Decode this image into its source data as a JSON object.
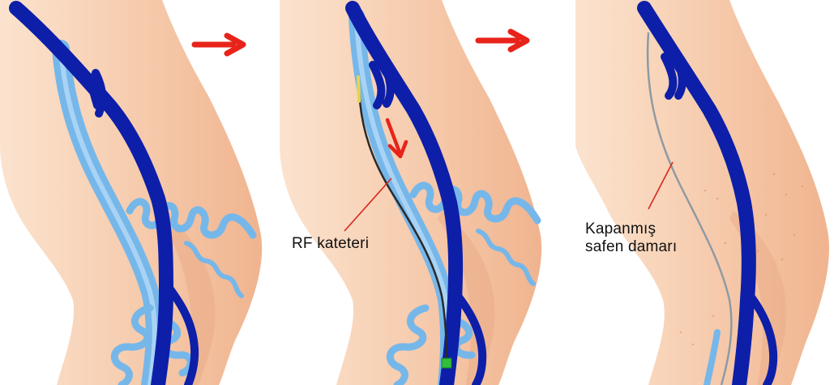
{
  "labels": {
    "rf_catheter": "RF kateteri",
    "closed_vein_line1": "Kapanmış",
    "closed_vein_line2": "safen damarı"
  },
  "icons": {
    "step_arrow": "right-arrow-icon",
    "direction_arrow": "down-arrow-icon"
  },
  "colors": {
    "skin": "#f6c9a7",
    "skin_shadow": "#e7a988",
    "deep_vein": "#0d1fa8",
    "saphenous_vein": "#76b7ea",
    "catheter": "#2a2a2a",
    "arrow": "#e8231a",
    "pointer_line": "#d9261c"
  }
}
